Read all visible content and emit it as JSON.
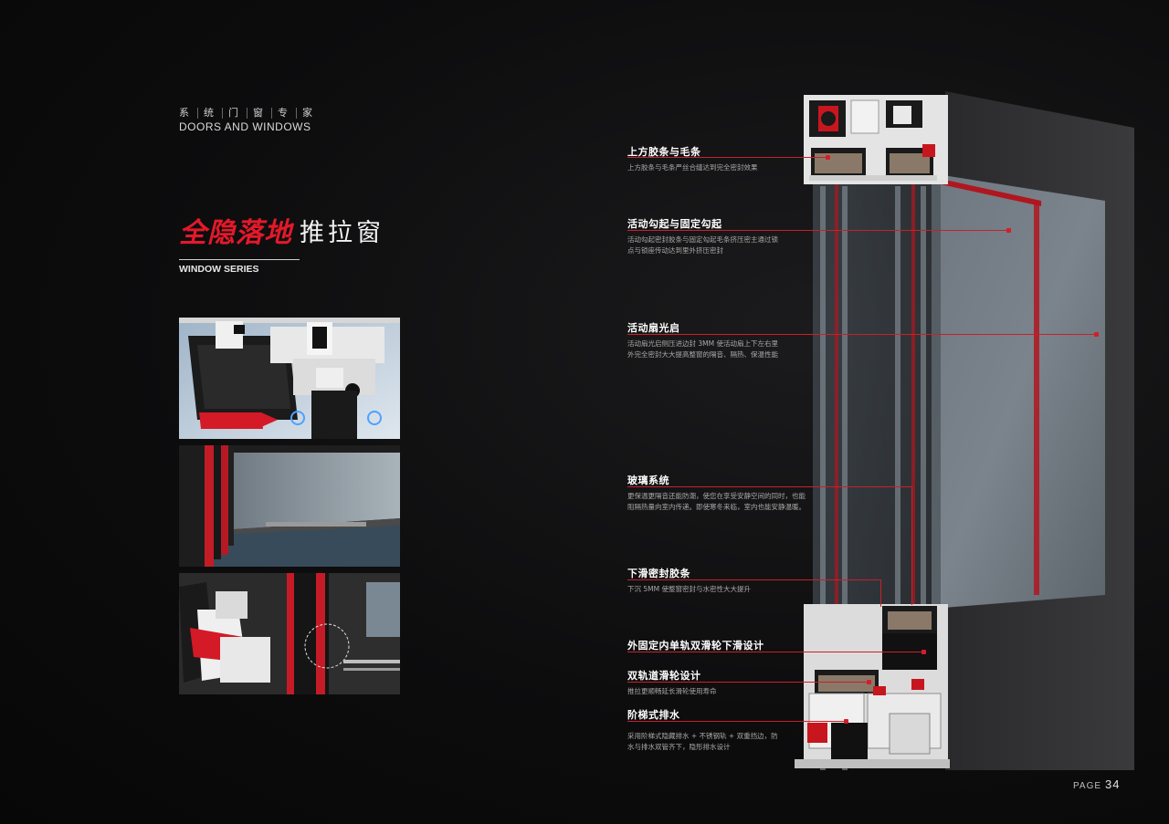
{
  "header": {
    "brand_cn": [
      "系",
      "统",
      "门",
      "窗",
      "专",
      "家"
    ],
    "brand_en": "DOORS AND WINDOWS",
    "title_red": "全隐落地",
    "title_white": "推拉窗",
    "series": "WINDOW SERIES"
  },
  "annotations": [
    {
      "title": "上方胶条与毛条",
      "desc": "上方胶条与毛条严丝合缝达到完全密封效果"
    },
    {
      "title": "活动勾起与固定勾起",
      "desc": "活动勾起密封胶条与固定勾起毛条挤压密主通过锁点与锁座传动达到里外挤压密封"
    },
    {
      "title": "活动扇光启",
      "desc": "活动扇光启侧压进边封 3MM 使活动扇上下左右里外完全密封大大提高整窗的隔音、隔热、保温性能"
    },
    {
      "title": "玻璃系统",
      "desc": "更保温更隔音还能防潮，使您在享受安静空间的同时，也能阻隔热量向室内传递。即使寒冬来临，室内也能安静温暖。"
    },
    {
      "title": "下滑密封胶条",
      "desc": "下沉 5MM 使整窗密封与水密性大大提升"
    },
    {
      "title": "外固定内单轨双滑轮下滑设计",
      "desc": ""
    },
    {
      "title": "双轨道滑轮设计",
      "desc": "推拉更顺畅延长滑轮使用寿命"
    },
    {
      "title": "阶梯式排水",
      "desc": "采用阶梯式隐藏排水 + 不锈钢轨 + 双重挡边，防水与排水双管齐下，隐形排水设计"
    }
  ],
  "footer": {
    "page_label": "PAGE",
    "page_number": "34"
  },
  "colors": {
    "accent_red": "#e3192a",
    "background": "#0d0d0e",
    "frame": "#2b2b2d",
    "aluminium": "#e6e6e6"
  },
  "icons": [
    "window-profile-illustration",
    "section-photo-icon"
  ]
}
